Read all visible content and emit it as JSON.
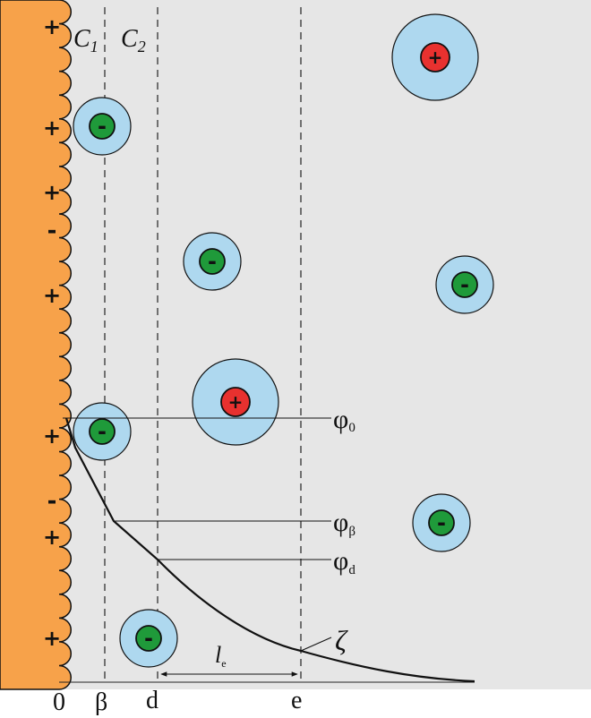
{
  "colors": {
    "background": "#e6e6e6",
    "wall": "#f7a24a",
    "hydration_shell": "#aed8ef",
    "cation": "#e8312f",
    "anion": "#1f9a3a"
  },
  "planes": {
    "c1": "C",
    "c1_sub": "1",
    "c2": "C",
    "c2_sub": "2"
  },
  "wall_charges": [
    "+",
    "+",
    "+",
    "-",
    "+",
    "+",
    "-",
    "+",
    "+"
  ],
  "potentials": {
    "phi0": "φ",
    "phi0_sub": "0",
    "phib": "φ",
    "phib_sub": "β",
    "phid": "φ",
    "phid_sub": "d",
    "zeta": "ζ"
  },
  "distance": {
    "le": "l",
    "le_sub": "e"
  },
  "axis": {
    "zero": "0",
    "beta": "β",
    "d": "d",
    "e": "e"
  },
  "ions": [
    {
      "kind": "anion",
      "sign": "-"
    },
    {
      "kind": "anion",
      "sign": "-"
    },
    {
      "kind": "anion",
      "sign": "-"
    },
    {
      "kind": "anion",
      "sign": "-"
    },
    {
      "kind": "cation",
      "sign": "+"
    },
    {
      "kind": "cation",
      "sign": "+"
    },
    {
      "kind": "anion",
      "sign": "-"
    },
    {
      "kind": "anion",
      "sign": "-"
    }
  ]
}
